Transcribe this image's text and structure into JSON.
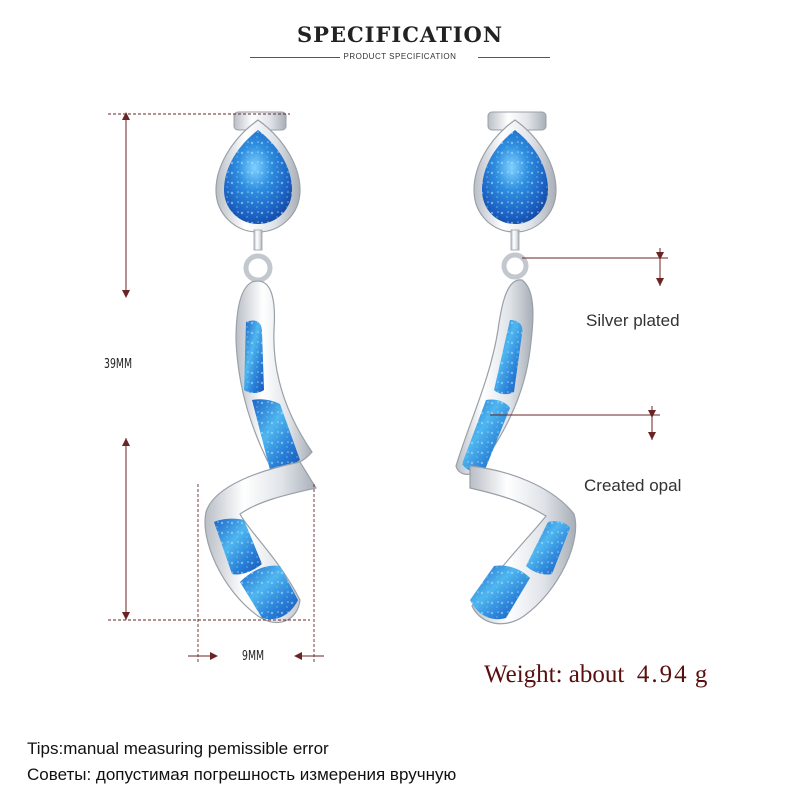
{
  "header": {
    "title": "SPECIFICATION",
    "subtitle": "PRODUCT SPECIFICATION"
  },
  "dimensions": {
    "height": "39MM",
    "width": "9MM"
  },
  "callouts": {
    "plating": "Silver plated",
    "stone": "Created opal"
  },
  "weight": {
    "prefix": "Weight: about",
    "value": "4.94",
    "unit": "g"
  },
  "tips": {
    "english": "Tips:manual measuring pemissible error",
    "russian": "Советы: допустимая погрешность измерения вручную"
  },
  "colors": {
    "dimension_lines": "#6b2424",
    "opal": "#2f7fd6",
    "metal": "#e8ebef"
  }
}
